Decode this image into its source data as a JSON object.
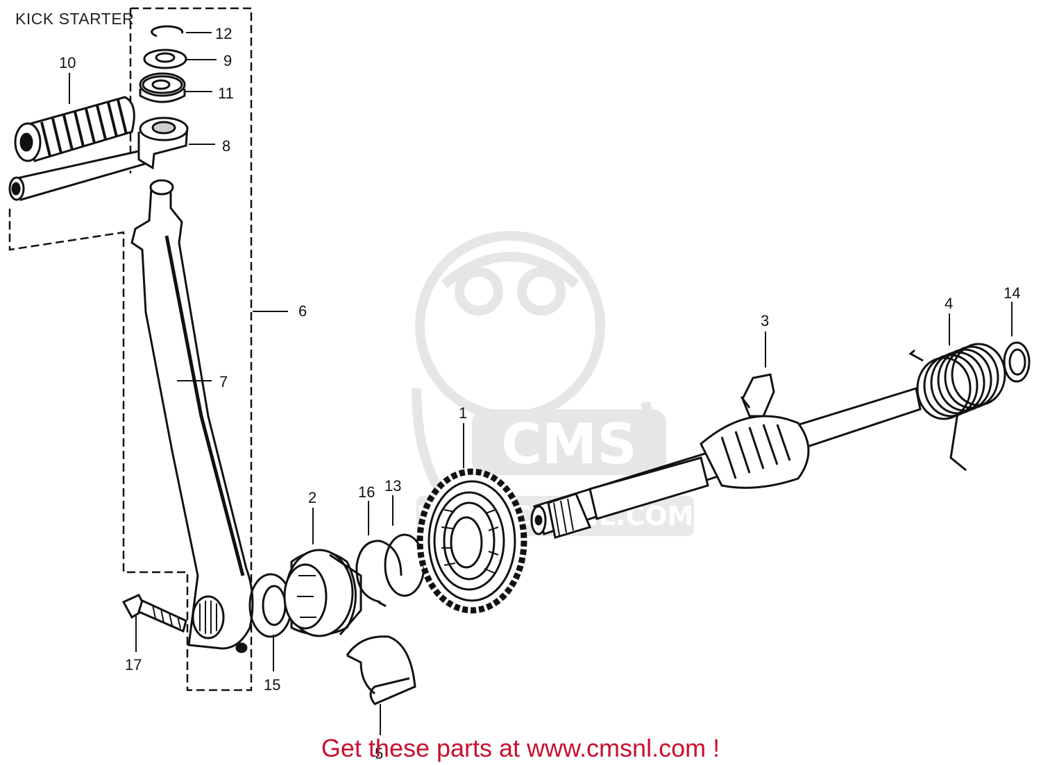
{
  "page": {
    "title": "KICK STARTER",
    "footer": "Get these parts at www.cmsnl.com !"
  },
  "watermark": {
    "brand": "CMS",
    "site": "WWW.CMSNL.COM",
    "color": "#e3e3e3"
  },
  "colors": {
    "line": "#111111",
    "footer_text": "#c8102e"
  },
  "parts": [
    {
      "number": "1"
    },
    {
      "number": "2"
    },
    {
      "number": "3"
    },
    {
      "number": "4"
    },
    {
      "number": "5"
    },
    {
      "number": "6"
    },
    {
      "number": "7"
    },
    {
      "number": "8"
    },
    {
      "number": "9"
    },
    {
      "number": "10"
    },
    {
      "number": "11"
    },
    {
      "number": "12"
    },
    {
      "number": "13"
    },
    {
      "number": "14"
    },
    {
      "number": "15"
    },
    {
      "number": "16"
    },
    {
      "number": "17"
    }
  ]
}
